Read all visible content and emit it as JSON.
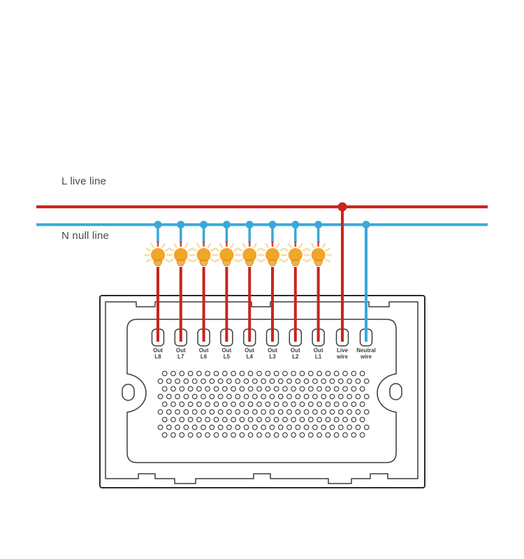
{
  "labels": {
    "live_line": "L live line",
    "null_line": "N null line"
  },
  "colors": {
    "live_wire": "#C9241D",
    "null_wire": "#38A8DB",
    "bulb_body": "#F0A626",
    "bulb_base": "#E8981E",
    "bulb_rays": "#F9DCA8",
    "bulb_ray_top": "#E8402C",
    "panel_outer_outline": "#2A2A2A",
    "panel_outline": "#3C3C3C",
    "label_text": "#3E3E3E"
  },
  "panel": {
    "terminals": [
      {
        "line1": "Out",
        "line2": "L8"
      },
      {
        "line1": "Out",
        "line2": "L7"
      },
      {
        "line1": "Out",
        "line2": "L6"
      },
      {
        "line1": "Out",
        "line2": "L5"
      },
      {
        "line1": "Out",
        "line2": "L4"
      },
      {
        "line1": "Out",
        "line2": "L3"
      },
      {
        "line1": "Out",
        "line2": "L2"
      },
      {
        "line1": "Out",
        "line2": "L1"
      },
      {
        "line1": "Live",
        "line2": "wire"
      },
      {
        "line1": "Neutral",
        "line2": "wire"
      }
    ],
    "perforations": {
      "rows": 9,
      "holes_short_row": 24,
      "holes_long_row": 25
    }
  },
  "bulb_count": 8
}
